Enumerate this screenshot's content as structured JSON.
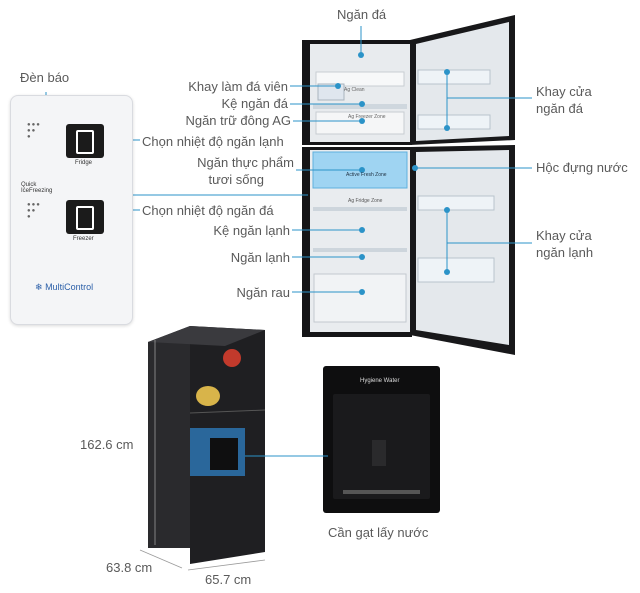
{
  "labels": {
    "ngan_da": "Ngăn đá",
    "den_bao": "Đèn báo",
    "khay_lam_da": "Khay làm đá viên",
    "ke_ngan_da": "Kệ ngăn đá",
    "ngan_tru_dong": "Ngăn trữ đông AG",
    "chon_nhiet_lanh": "Chọn nhiệt độ ngăn lạnh",
    "ngan_thuc_pham_1": "Ngăn thực phẩm",
    "ngan_thuc_pham_2": "tươi sống",
    "chon_nhiet_da": "Chọn nhiệt độ ngăn đá",
    "ke_ngan_lanh": "Kệ ngăn lạnh",
    "ngan_lanh": "Ngăn lạnh",
    "ngan_rau": "Ngăn rau",
    "khay_cua_da_1": "Khay cửa",
    "khay_cua_da_2": "ngăn đá",
    "hoc_dung_nuoc": "Hộc đựng nước",
    "khay_cua_lanh_1": "Khay cửa",
    "khay_cua_lanh_2": "ngăn lạnh",
    "can_gat": "Cần gạt lấy nước"
  },
  "dimensions": {
    "height": "162.6 cm",
    "depth": "63.8 cm",
    "width": "65.7 cm"
  },
  "panel": {
    "fridge": "Fridge",
    "freezer": "Freezer",
    "quick_freezing_1": "Quick",
    "quick_freezing_2": "IceFreezing",
    "brand": "MultiControl"
  },
  "dispenser_brand": "Hygiene Water",
  "interior_tags": {
    "ag_clean": "Ag Clean",
    "ag_freezer_zone": "Ag Freezer Zone",
    "fresh_zone": "Active Fresh Zone",
    "ag_fridge": "Ag Fridge Zone"
  },
  "colors": {
    "accent": "#2b93c8",
    "fridge_body": "#1f1f22",
    "interior": "#e9ecef"
  }
}
